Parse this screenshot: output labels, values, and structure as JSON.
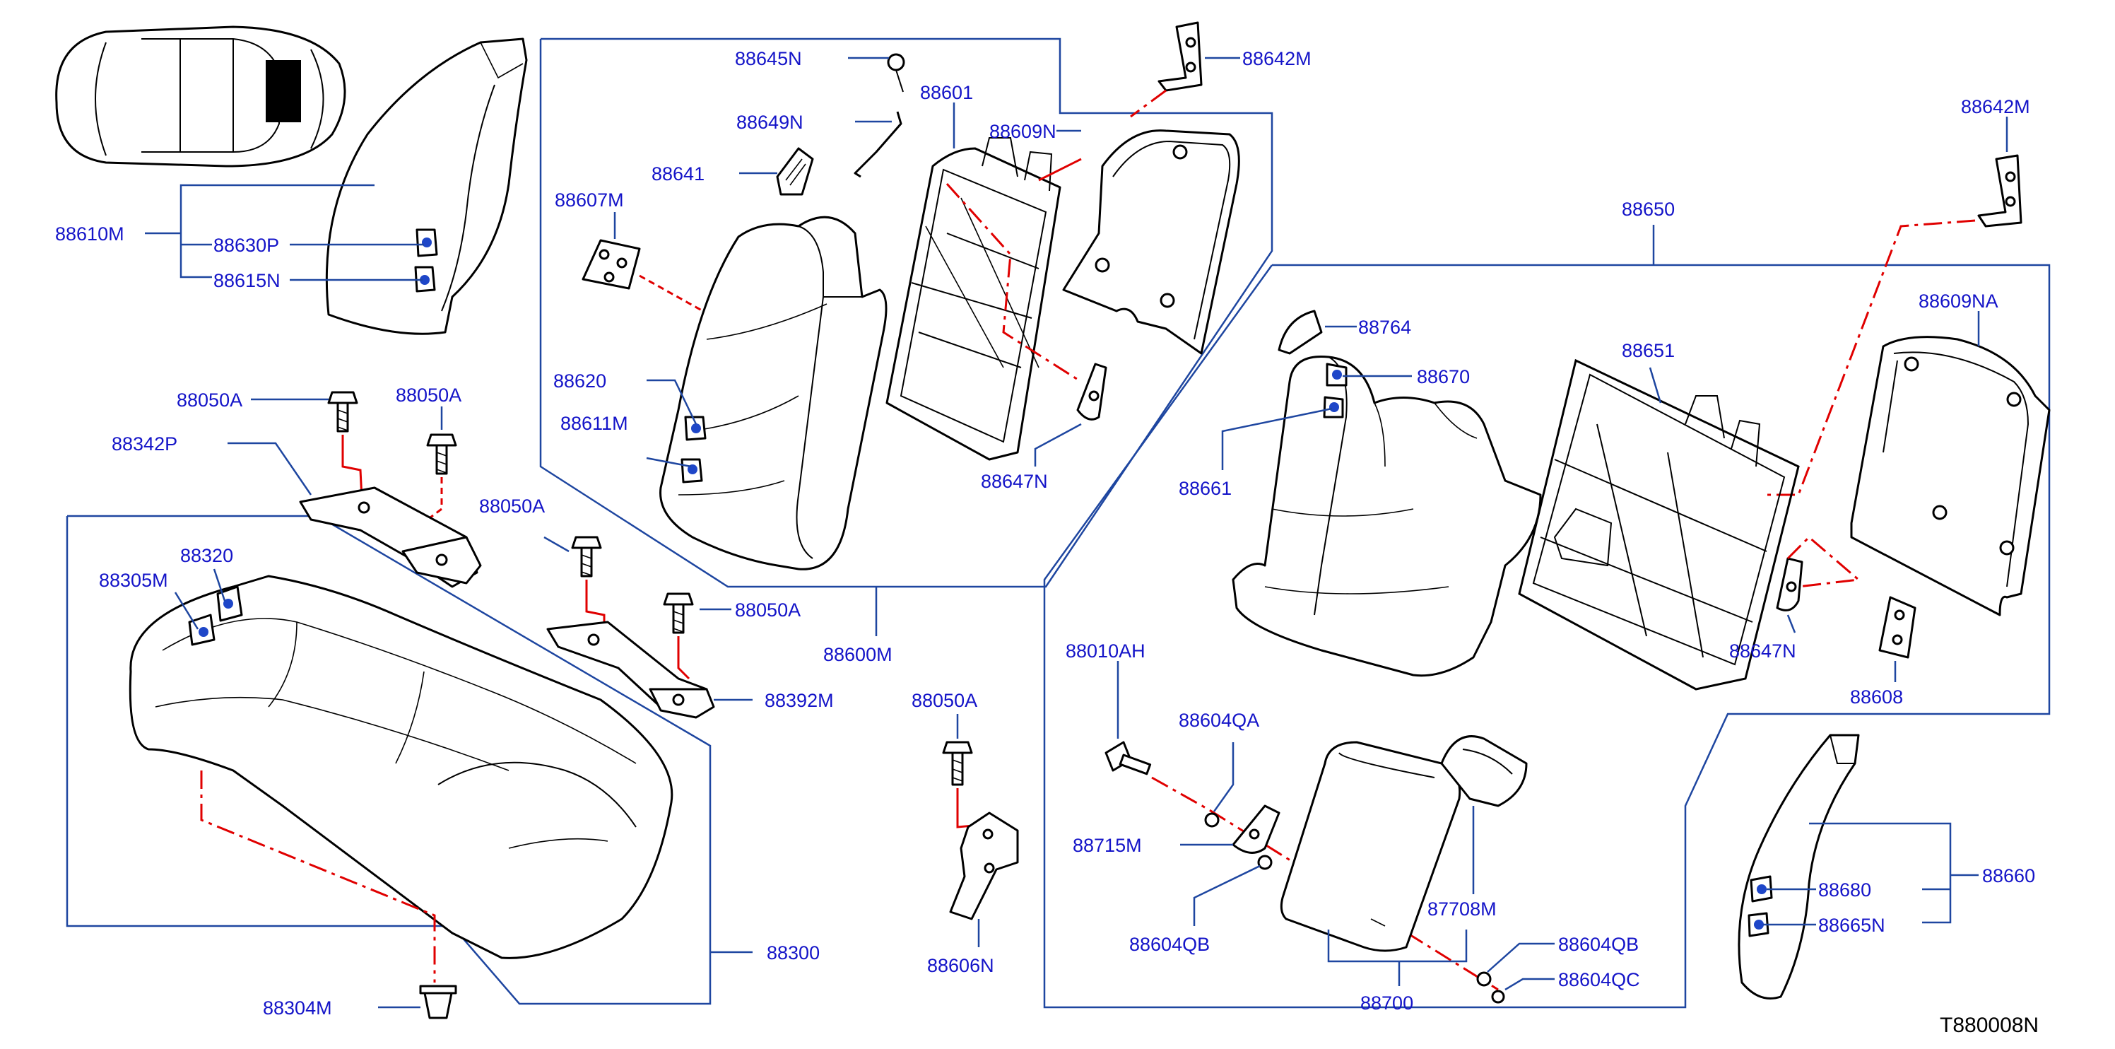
{
  "drawing_code": "T880008N",
  "labels": {
    "p88610M": "88610M",
    "p88630P": "88630P",
    "p88615N": "88615N",
    "p88645N": "88645N",
    "p88642M_a": "88642M",
    "p88649N": "88649N",
    "p88601": "88601",
    "p88609N": "88609N",
    "p88641": "88641",
    "p88607M": "88607M",
    "p88620": "88620",
    "p88611M": "88611M",
    "p88647N_a": "88647N",
    "p88600M": "88600M",
    "p88050A_a": "88050A",
    "p88050A_b": "88050A",
    "p88050A_c": "88050A",
    "p88050A_d": "88050A",
    "p88050A_e": "88050A",
    "p88342P": "88342P",
    "p88392M": "88392M",
    "p88320": "88320",
    "p88305M": "88305M",
    "p88300": "88300",
    "p88304M": "88304M",
    "p88606N": "88606N",
    "p88642M_b": "88642M",
    "p88650": "88650",
    "p88609NA": "88609NA",
    "p88764": "88764",
    "p88670": "88670",
    "p88651": "88651",
    "p88661": "88661",
    "p88647N_b": "88647N",
    "p88608": "88608",
    "p88010AH": "88010AH",
    "p88604QA": "88604QA",
    "p88715M": "88715M",
    "p88604QB_a": "88604QB",
    "p88604QB_b": "88604QB",
    "p88604QC": "88604QC",
    "p87708M": "87708M",
    "p88700": "88700",
    "p88660": "88660",
    "p88680": "88680",
    "p88665N": "88665N"
  }
}
